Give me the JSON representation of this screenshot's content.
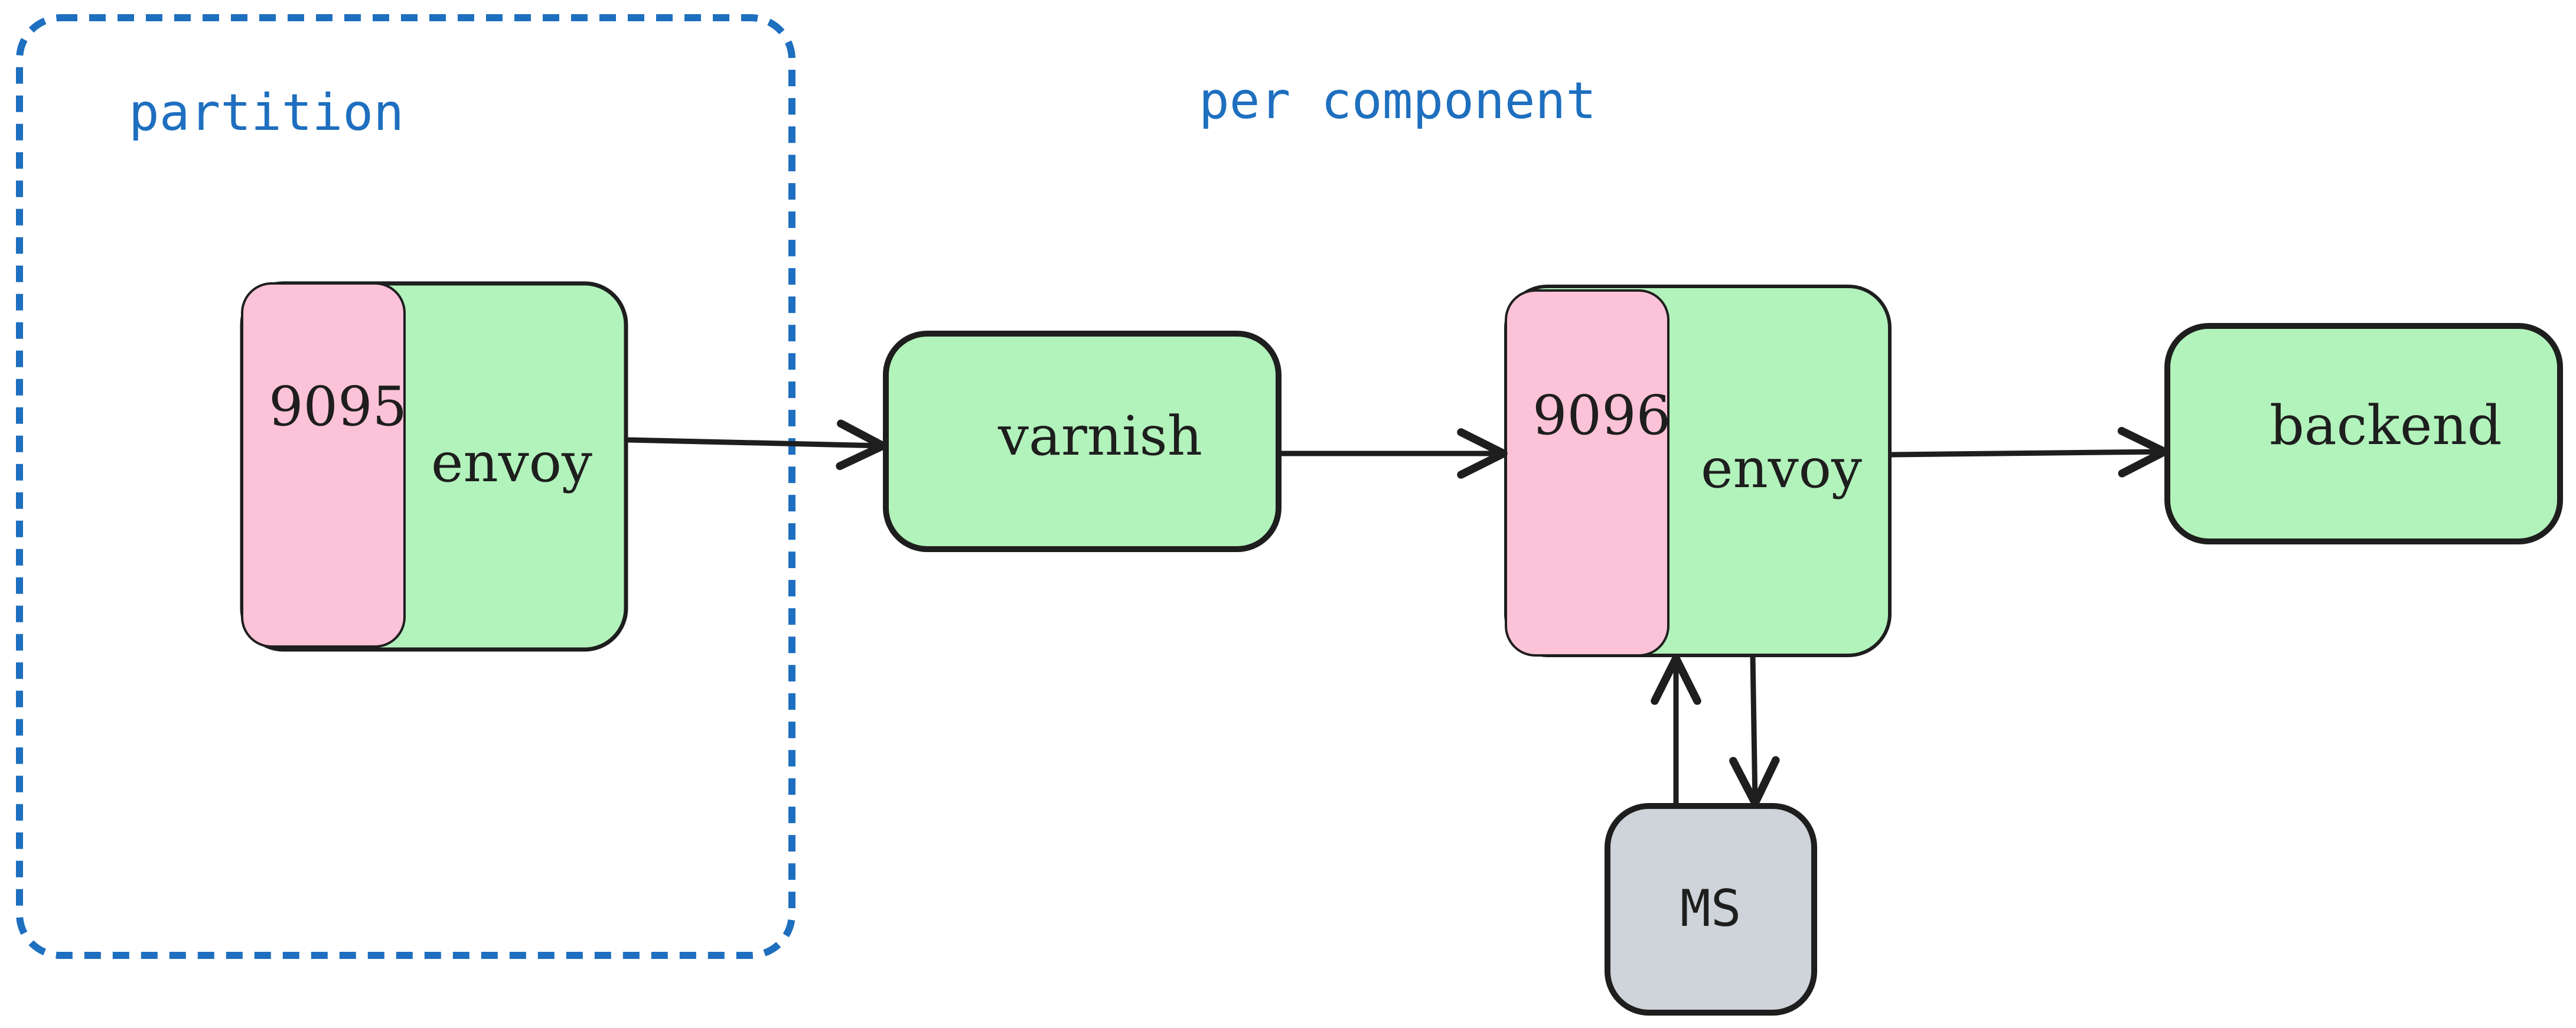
{
  "diagram": {
    "labels": {
      "partition": "partition",
      "per_component": "per component"
    },
    "nodes": {
      "envoy_left": {
        "port": "9095",
        "name": "envoy"
      },
      "varnish": {
        "name": "varnish"
      },
      "envoy_right": {
        "port": "9096",
        "name": "envoy"
      },
      "backend": {
        "name": "backend"
      },
      "ms": {
        "name": "MS"
      }
    },
    "edges": [
      {
        "from": "envoy_left",
        "to": "varnish"
      },
      {
        "from": "varnish",
        "to": "envoy_right"
      },
      {
        "from": "envoy_right",
        "to": "backend"
      },
      {
        "from": "envoy_right",
        "to": "ms"
      },
      {
        "from": "ms",
        "to": "envoy_right"
      }
    ],
    "colors": {
      "accent_blue": "#1e6fbf",
      "node_green": "#b2f2bb",
      "port_pink": "#fcc2d7",
      "ms_gray": "#ced4da",
      "stroke": "#1e1e1e"
    }
  }
}
